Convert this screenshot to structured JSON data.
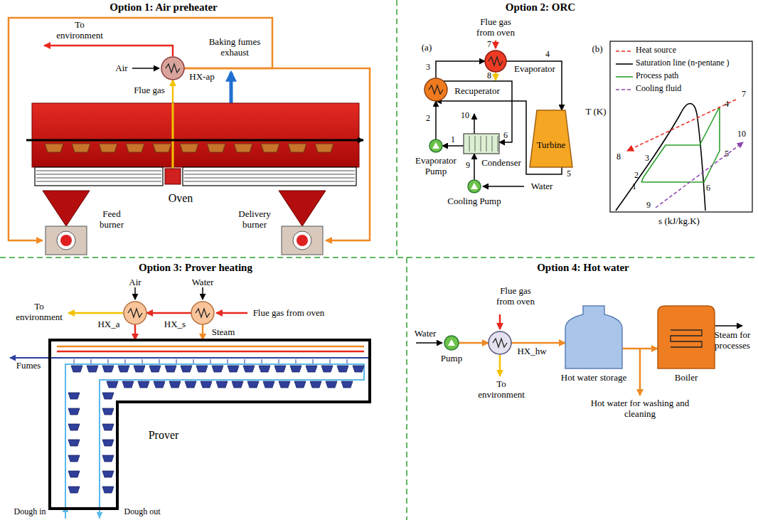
{
  "diagram": {
    "nodes": [
      {
        "text": [
          "HX-ap"
        ]
      },
      {
        "text": [
          "Oven"
        ]
      },
      {
        "text": [
          "Feed burner"
        ]
      },
      {
        "text": [
          "Delivery burner"
        ]
      },
      {
        "text": [
          "Evaporator"
        ]
      },
      {
        "text": [
          "Recuperator"
        ]
      },
      {
        "text": [
          "Turbine"
        ]
      },
      {
        "text": [
          "Condenser"
        ]
      },
      {
        "text": [
          "Evaporator Pump"
        ]
      },
      {
        "text": [
          "Cooling Pump"
        ]
      },
      {
        "text": [
          "HX_a"
        ]
      },
      {
        "text": [
          "HX_s"
        ]
      },
      {
        "text": [
          "Prover"
        ]
      },
      {
        "text": [
          "Pump"
        ]
      },
      {
        "text": [
          "HX_hw"
        ]
      },
      {
        "text": [
          "Hot water storage"
        ]
      },
      {
        "text": [
          "Boiler"
        ]
      }
    ],
    "edges": [
      {
        "from": 1,
        "to": 0,
        "arrow": "to"
      },
      {
        "from": 0,
        "to": 2,
        "arrow": "to"
      },
      {
        "from": 0,
        "to": 3,
        "arrow": "to"
      },
      {
        "from": 4,
        "to": 6,
        "arrow": "to"
      },
      {
        "from": 6,
        "to": 5,
        "arrow": "to"
      },
      {
        "from": 5,
        "to": 7,
        "arrow": "to"
      },
      {
        "from": 7,
        "to": 8,
        "arrow": "to"
      },
      {
        "from": 8,
        "to": 5,
        "arrow": "to"
      },
      {
        "from": 5,
        "to": 4,
        "arrow": "to"
      },
      {
        "from": 11,
        "to": 10,
        "arrow": "to"
      },
      {
        "from": 10,
        "to": 12,
        "arrow": "to"
      },
      {
        "from": 11,
        "to": 12,
        "arrow": "to"
      },
      {
        "from": 13,
        "to": 14,
        "arrow": "to"
      },
      {
        "from": 14,
        "to": 15,
        "arrow": "to"
      },
      {
        "from": 15,
        "to": 16,
        "arrow": "to"
      },
      {
        "from": 9,
        "to": 7,
        "arrow": "to"
      }
    ],
    "labels": [
      "Option 1: Air preheater",
      "To environment",
      "Air",
      "Baking fumes exhaust",
      "Flue gas",
      "Option 2: ORC",
      "(a)",
      "Flue gas from oven",
      "7",
      "4",
      "3",
      "8",
      "2",
      "10",
      "6",
      "1",
      "5",
      "9",
      "Water",
      "(b)",
      "T (K)",
      "s (kJ/kg.K)",
      "7",
      "8",
      "3",
      "2",
      "1",
      "4",
      "5",
      "6",
      "10",
      "9",
      "Option 3: Prover heating",
      "Air",
      "Water",
      "To environment",
      "Flue gas from oven",
      "Steam",
      "Fumes",
      "Dough in",
      "Dough out",
      "Option 4: Hot water",
      "Flue gas from oven",
      "Water",
      "To environment",
      "Hot water for washing and cleaning",
      "Steam for processes"
    ],
    "legend": [
      {
        "text": "Heat source"
      },
      {
        "text": "Saturation line (n-pentane )"
      },
      {
        "text": "Process path"
      },
      {
        "text": "Cooling fluid"
      }
    ]
  }
}
